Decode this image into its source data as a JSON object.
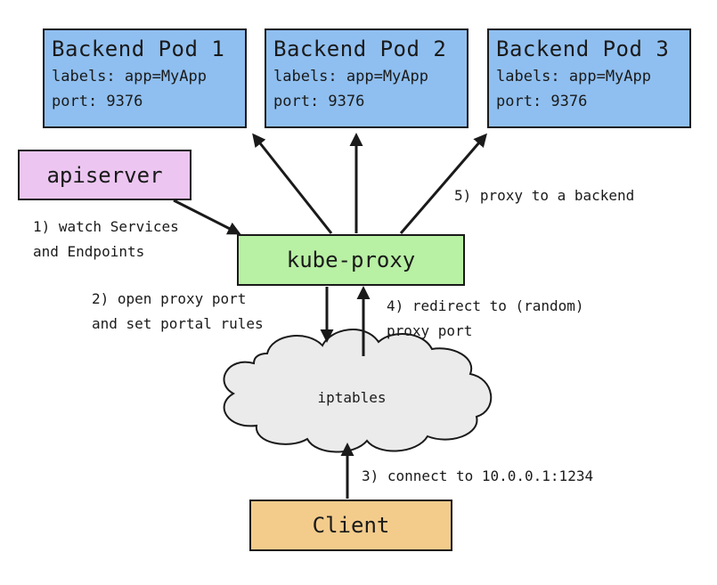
{
  "pods": [
    {
      "title": "Backend Pod 1",
      "labels": "labels: app=MyApp",
      "port": "port: 9376"
    },
    {
      "title": "Backend Pod 2",
      "labels": "labels: app=MyApp",
      "port": "port: 9376"
    },
    {
      "title": "Backend Pod 3",
      "labels": "labels: app=MyApp",
      "port": "port: 9376"
    }
  ],
  "apiserver": "apiserver",
  "kube_proxy": "kube-proxy",
  "iptables": "iptables",
  "client": "Client",
  "steps": {
    "watch": [
      "1) watch Services",
      "and Endpoints"
    ],
    "open_port": [
      "2) open proxy port",
      "and set portal rules"
    ],
    "connect": "3) connect to 10.0.0.1:1234",
    "redirect": [
      "4) redirect to (random)",
      "proxy port"
    ],
    "proxy": "5) proxy to a backend"
  },
  "colors": {
    "pod": "#8fbff0",
    "apiserver": "#ecc6f1",
    "kube_proxy": "#b8f0a4",
    "client": "#f3cc8c",
    "cloud": "#ebebeb",
    "stroke": "#1a1a1a"
  }
}
